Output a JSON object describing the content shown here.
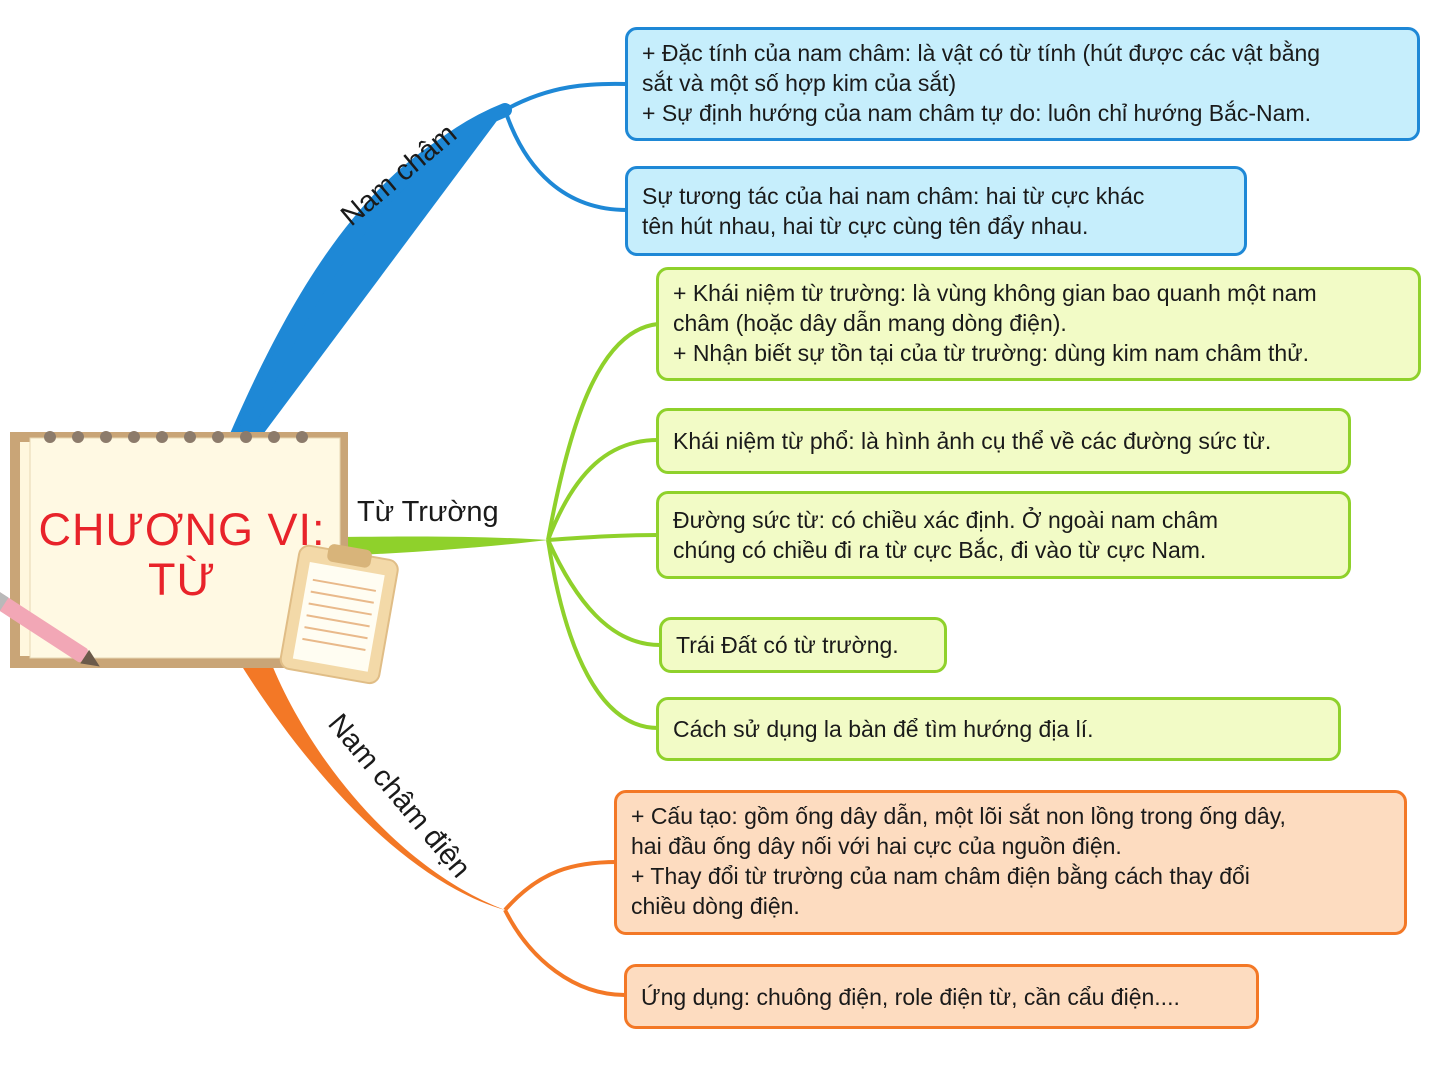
{
  "central": {
    "title_line1": "CHƯƠNG VI:",
    "title_line2": "TỪ"
  },
  "colors": {
    "blue_branch": "#1e88d6",
    "green_branch": "#8fd12b",
    "orange_branch": "#f37826",
    "title_red": "#e8232a"
  },
  "branches": {
    "nam_cham": {
      "label": "Nam châm",
      "nodes": [
        [
          "+ Đặc tính của nam châm: là vật có từ tính (hút được các vật bằng",
          "sắt và một số hợp kim của sắt)",
          "+ Sự định hướng của nam châm tự do: luôn chỉ hướng Bắc-Nam."
        ],
        [
          "Sự tương tác của hai nam châm: hai từ cực khác",
          "tên hút nhau, hai từ cực cùng tên đẩy nhau."
        ]
      ]
    },
    "tu_truong": {
      "label": "Từ Trường",
      "nodes": [
        [
          "+ Khái niệm từ trường: là vùng không gian bao quanh một nam",
          "châm (hoặc dây dẫn mang dòng điện).",
          "+ Nhận biết sự tồn tại của từ trường: dùng kim nam châm thử."
        ],
        [
          "Khái niệm từ phổ: là hình ảnh cụ thể về các đường sức từ."
        ],
        [
          "Đường sức từ: có chiều xác định. Ở ngoài nam châm",
          "chúng có chiều đi ra từ cực Bắc, đi vào từ cực Nam."
        ],
        [
          "Trái Đất có từ trường."
        ],
        [
          "Cách sử dụng la bàn để tìm hướng địa lí."
        ]
      ]
    },
    "nam_cham_dien": {
      "label": "Nam châm điện",
      "nodes": [
        [
          "+ Cấu tạo: gồm ống dây dẫn, một lõi sắt non lồng trong ống dây,",
          "hai đầu ống dây nối với hai cực của nguồn điện.",
          "+ Thay đổi từ trường của nam châm điện bằng cách thay đổi",
          "chiều dòng điện."
        ],
        [
          "Ứng dụng: chuông điện, role điện từ, cần cẩu điện...."
        ]
      ]
    }
  }
}
